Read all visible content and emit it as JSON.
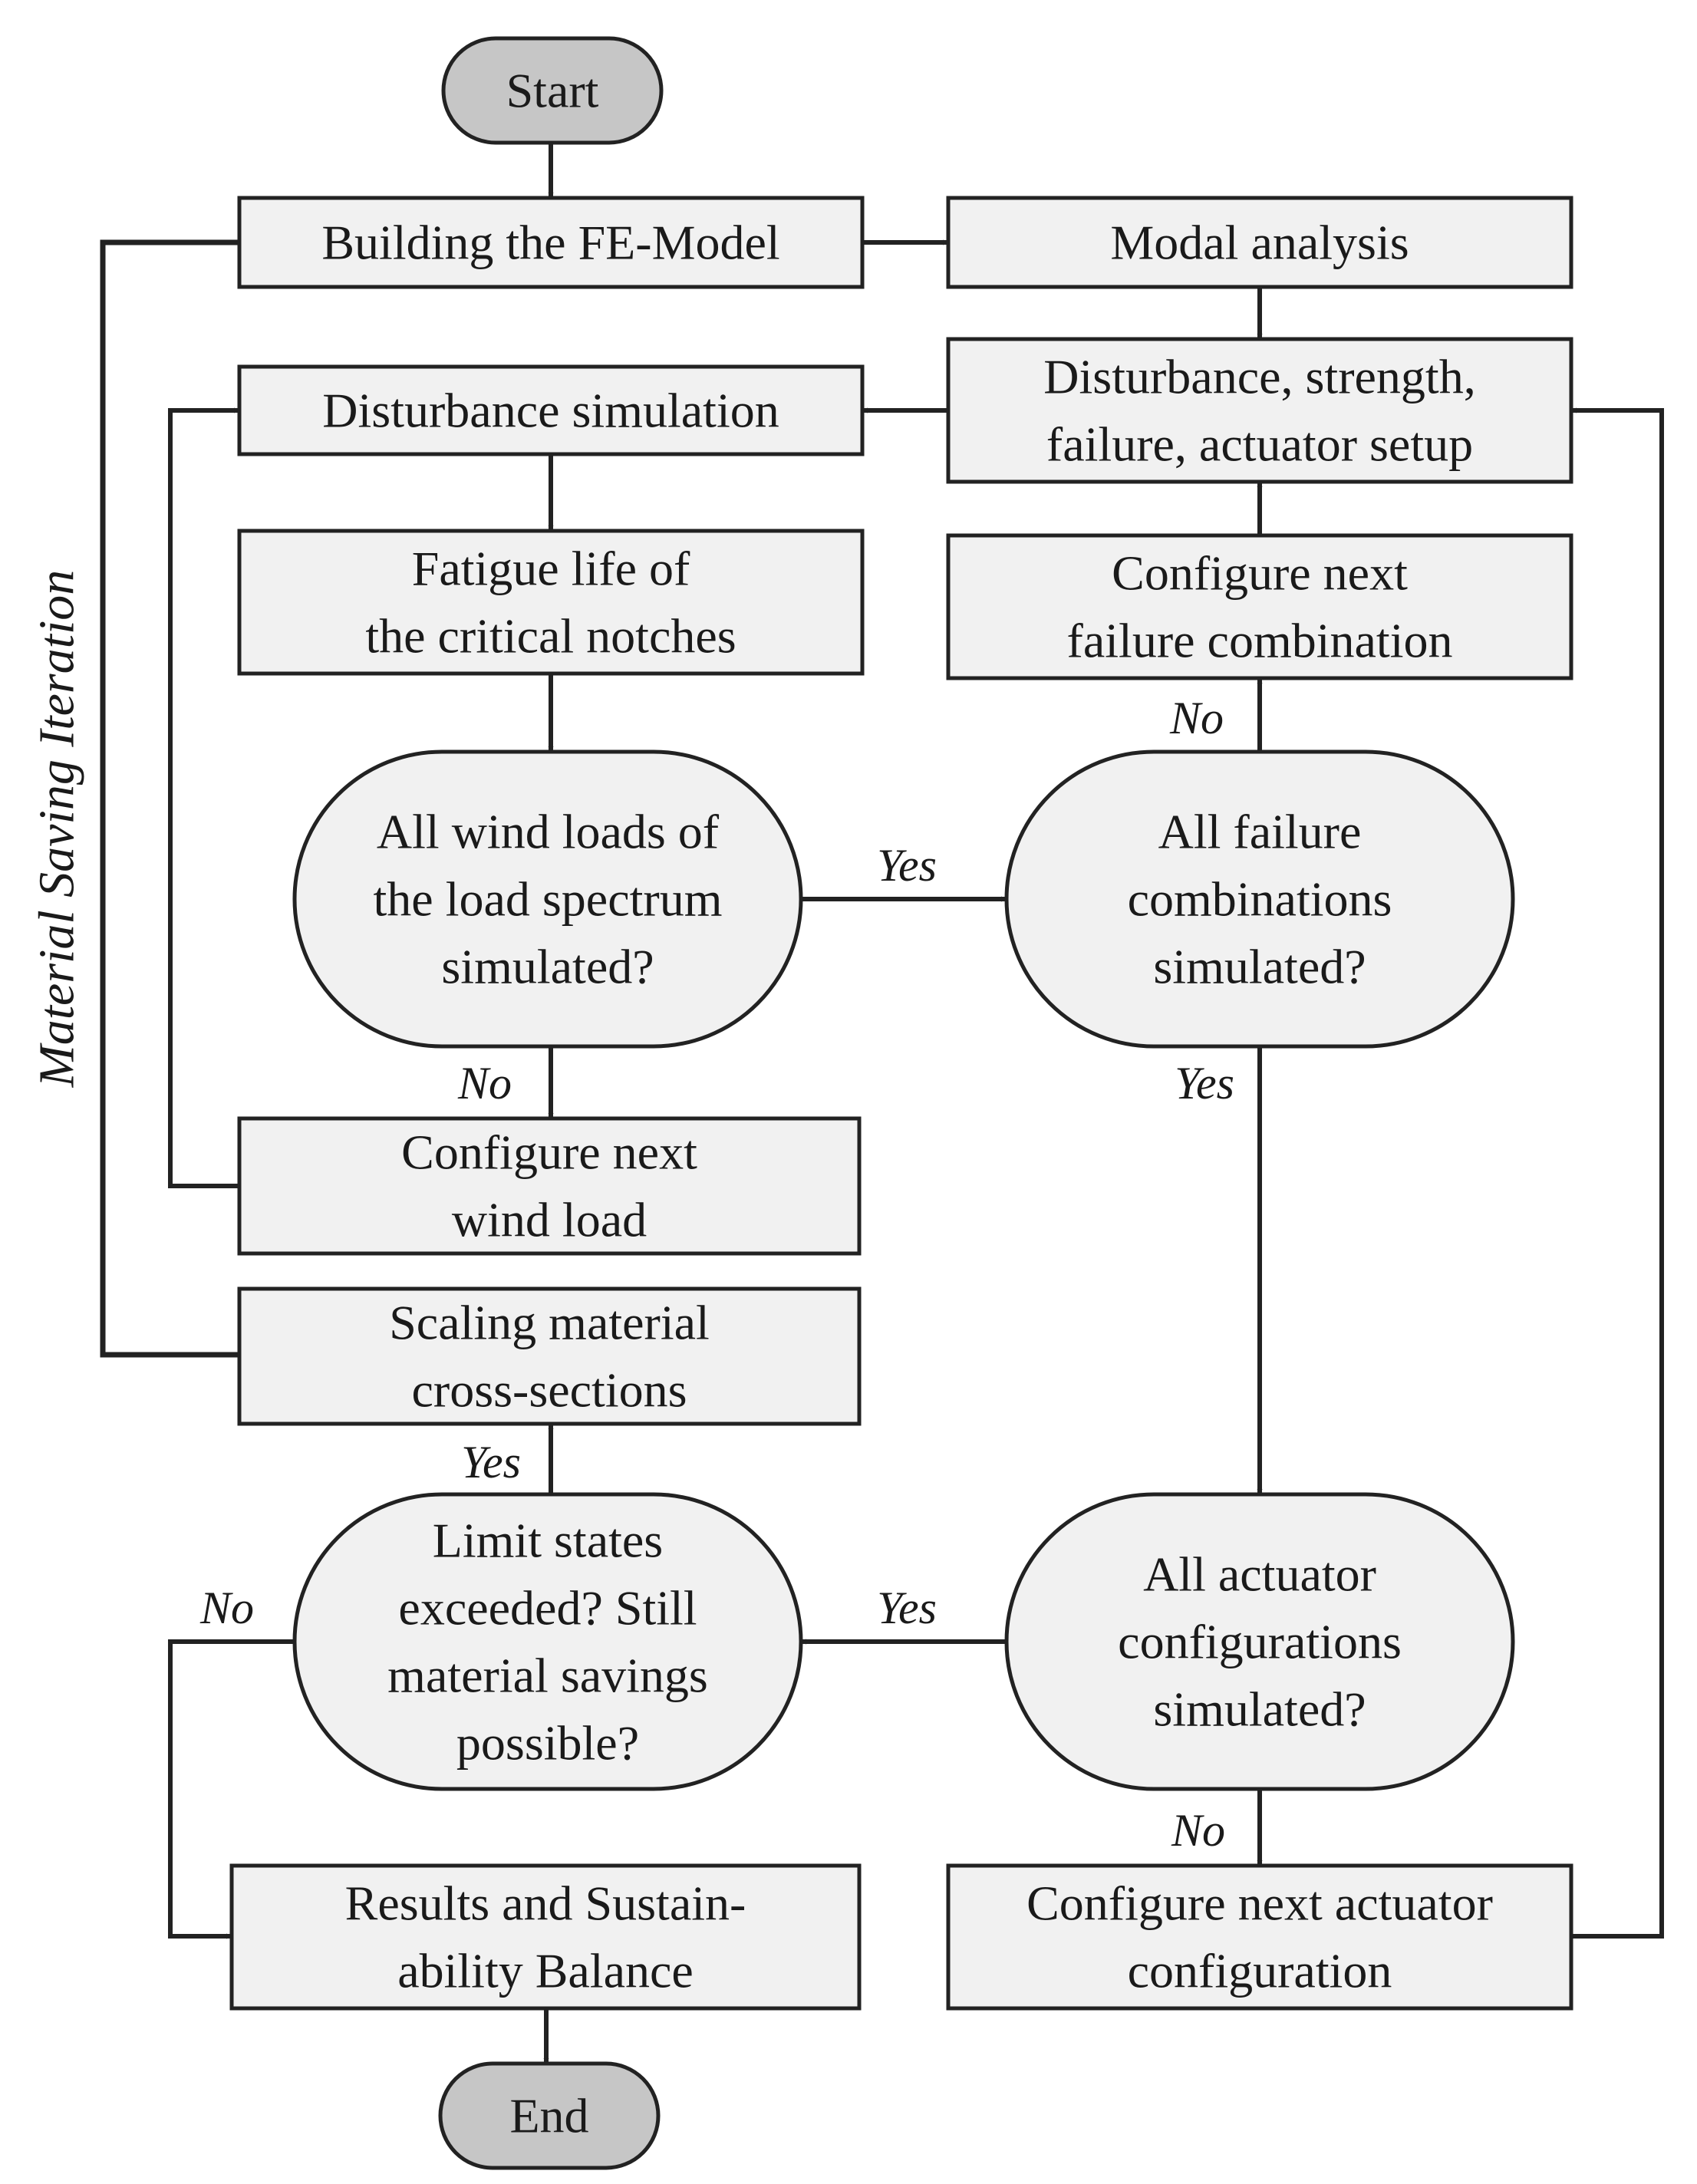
{
  "colors": {
    "box_fill": "#f1f1f1",
    "terminal_fill": "#c6c6c6",
    "stroke": "#222222",
    "text": "#1a1a1a"
  },
  "side_label": "Material Saving Iteration",
  "nodes": {
    "start": {
      "lines": [
        "Start"
      ]
    },
    "fe_model": {
      "lines": [
        "Building the FE-Model"
      ]
    },
    "modal": {
      "lines": [
        "Modal analysis"
      ]
    },
    "setup": {
      "lines": [
        "Disturbance, strength,",
        "failure, actuator setup"
      ]
    },
    "dist_sim": {
      "lines": [
        "Disturbance simulation"
      ]
    },
    "fatigue": {
      "lines": [
        "Fatigue life of",
        "the critical notches"
      ]
    },
    "next_failure": {
      "lines": [
        "Configure next",
        "failure combination"
      ]
    },
    "wind_q": {
      "lines": [
        "All wind loads of",
        "the load spectrum",
        "simulated?"
      ]
    },
    "failure_q": {
      "lines": [
        "All failure",
        "combinations",
        "simulated?"
      ]
    },
    "next_wind": {
      "lines": [
        "Configure next",
        "wind load"
      ]
    },
    "scaling": {
      "lines": [
        "Scaling material",
        "cross-sections"
      ]
    },
    "limit_q": {
      "lines": [
        "Limit states",
        "exceeded? Still",
        "material savings",
        "possible?"
      ]
    },
    "actuator_q": {
      "lines": [
        "All actuator",
        "configurations",
        "simulated?"
      ]
    },
    "results": {
      "lines": [
        "Results and Sustain-",
        "ability Balance"
      ]
    },
    "next_actuator": {
      "lines": [
        "Configure next actuator",
        "configuration"
      ]
    },
    "end": {
      "lines": [
        "End"
      ]
    }
  },
  "edge_labels": {
    "wind_yes": "Yes",
    "wind_no": "No",
    "failure_no": "No",
    "failure_yes": "Yes",
    "actuator_yes": "Yes",
    "actuator_no": "No",
    "limit_yes": "Yes",
    "limit_no": "No"
  }
}
